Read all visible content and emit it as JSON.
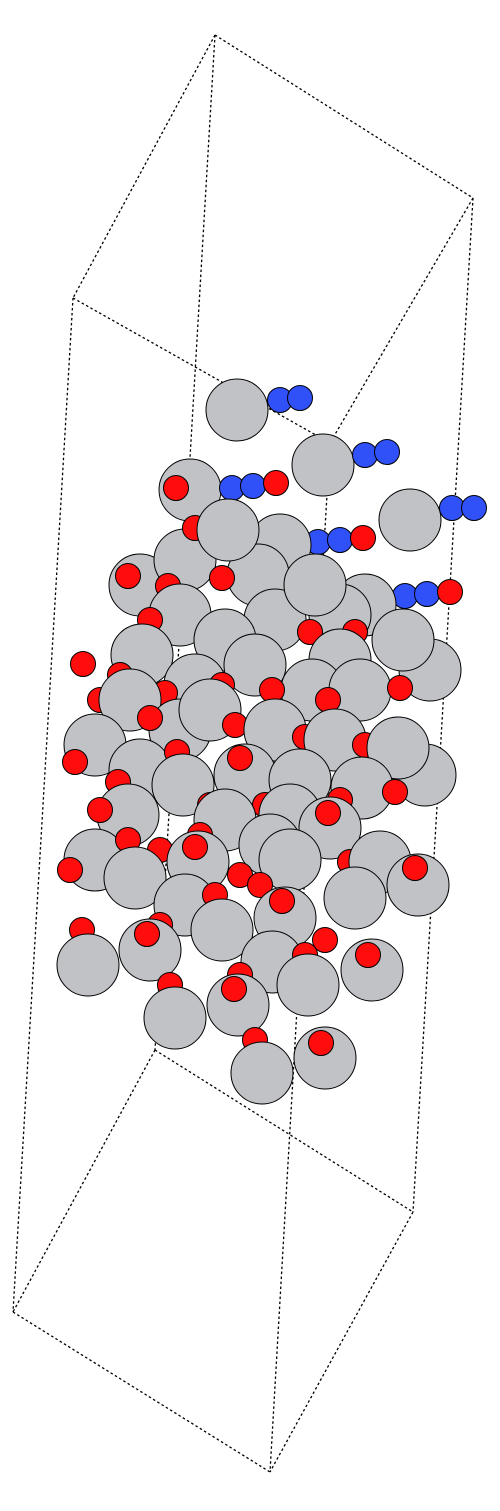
{
  "figure": {
    "type": "crystal-structure-render",
    "background_color": "#ffffff",
    "cell_edge_style": "dashed",
    "cell_edge_color": "#000000"
  },
  "species": [
    {
      "key": "large",
      "color": "#c0c2c6"
    },
    {
      "key": "small-red",
      "color": "#ff0d0d"
    },
    {
      "key": "small-blue",
      "color": "#3050f8"
    }
  ]
}
